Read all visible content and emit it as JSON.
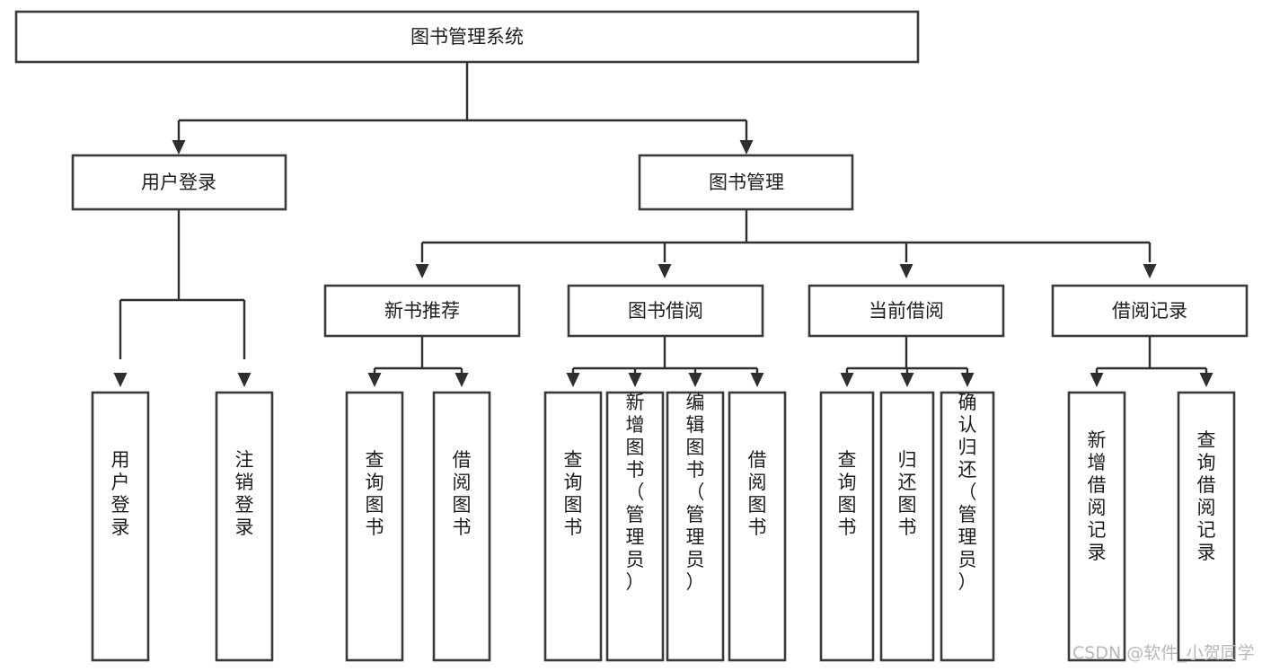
{
  "diagram": {
    "title": "图书管理系统",
    "type": "tree-hierarchy-diagram",
    "root": {
      "label": "图书管理系统"
    },
    "level2": [
      {
        "label": "用户登录"
      },
      {
        "label": "图书管理"
      }
    ],
    "level3": [
      {
        "label": "新书推荐"
      },
      {
        "label": "图书借阅"
      },
      {
        "label": "当前借阅"
      },
      {
        "label": "借阅记录"
      }
    ],
    "leaves": {
      "user_login": [
        {
          "label": "用户登录"
        },
        {
          "label": "注销登录"
        }
      ],
      "new_book_recommend": [
        {
          "label": "查询图书"
        },
        {
          "label": "借阅图书"
        }
      ],
      "book_borrow": [
        {
          "label": "查询图书"
        },
        {
          "label": "新增图书（管理员）"
        },
        {
          "label": "编辑图书（管理员）"
        },
        {
          "label": "借阅图书"
        }
      ],
      "current_borrow": [
        {
          "label": "查询图书"
        },
        {
          "label": "归还图书"
        },
        {
          "label": "确认归还（管理员）"
        }
      ],
      "borrow_record": [
        {
          "label": "新增借阅记录"
        },
        {
          "label": "查询借阅记录"
        }
      ]
    }
  },
  "watermark": {
    "text": "CSDN @软件_小贺同学"
  },
  "colors": {
    "box_stroke": "#3a3a3a",
    "connector": "#2e2e2e",
    "text": "#1d1d1d",
    "background": "#ffffff",
    "watermark": "#b8b8b8"
  }
}
